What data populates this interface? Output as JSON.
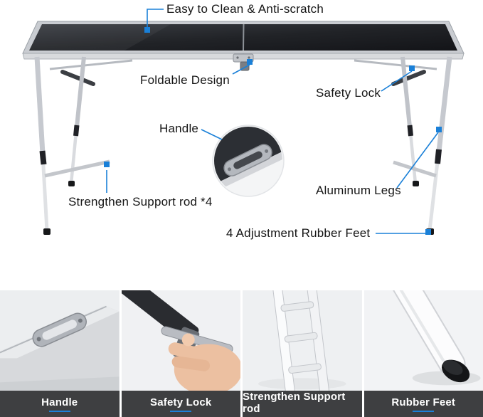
{
  "colors": {
    "accent": "#1a80d8",
    "label_bar": "#3e3f41",
    "ink": "#151515"
  },
  "callouts": {
    "easy_clean": "Easy to Clean & Anti-scratch",
    "foldable": "Foldable Design",
    "safety_lock": "Safety Lock",
    "handle": "Handle",
    "support_rod": "Strengthen Support rod *4",
    "aluminum_legs": "Aluminum Legs",
    "rubber_feet": "4 Adjustment Rubber Feet"
  },
  "thumbnails": [
    {
      "label": "Handle"
    },
    {
      "label": "Safety Lock"
    },
    {
      "label": "Strengthen Support rod"
    },
    {
      "label": "Rubber Feet"
    }
  ]
}
